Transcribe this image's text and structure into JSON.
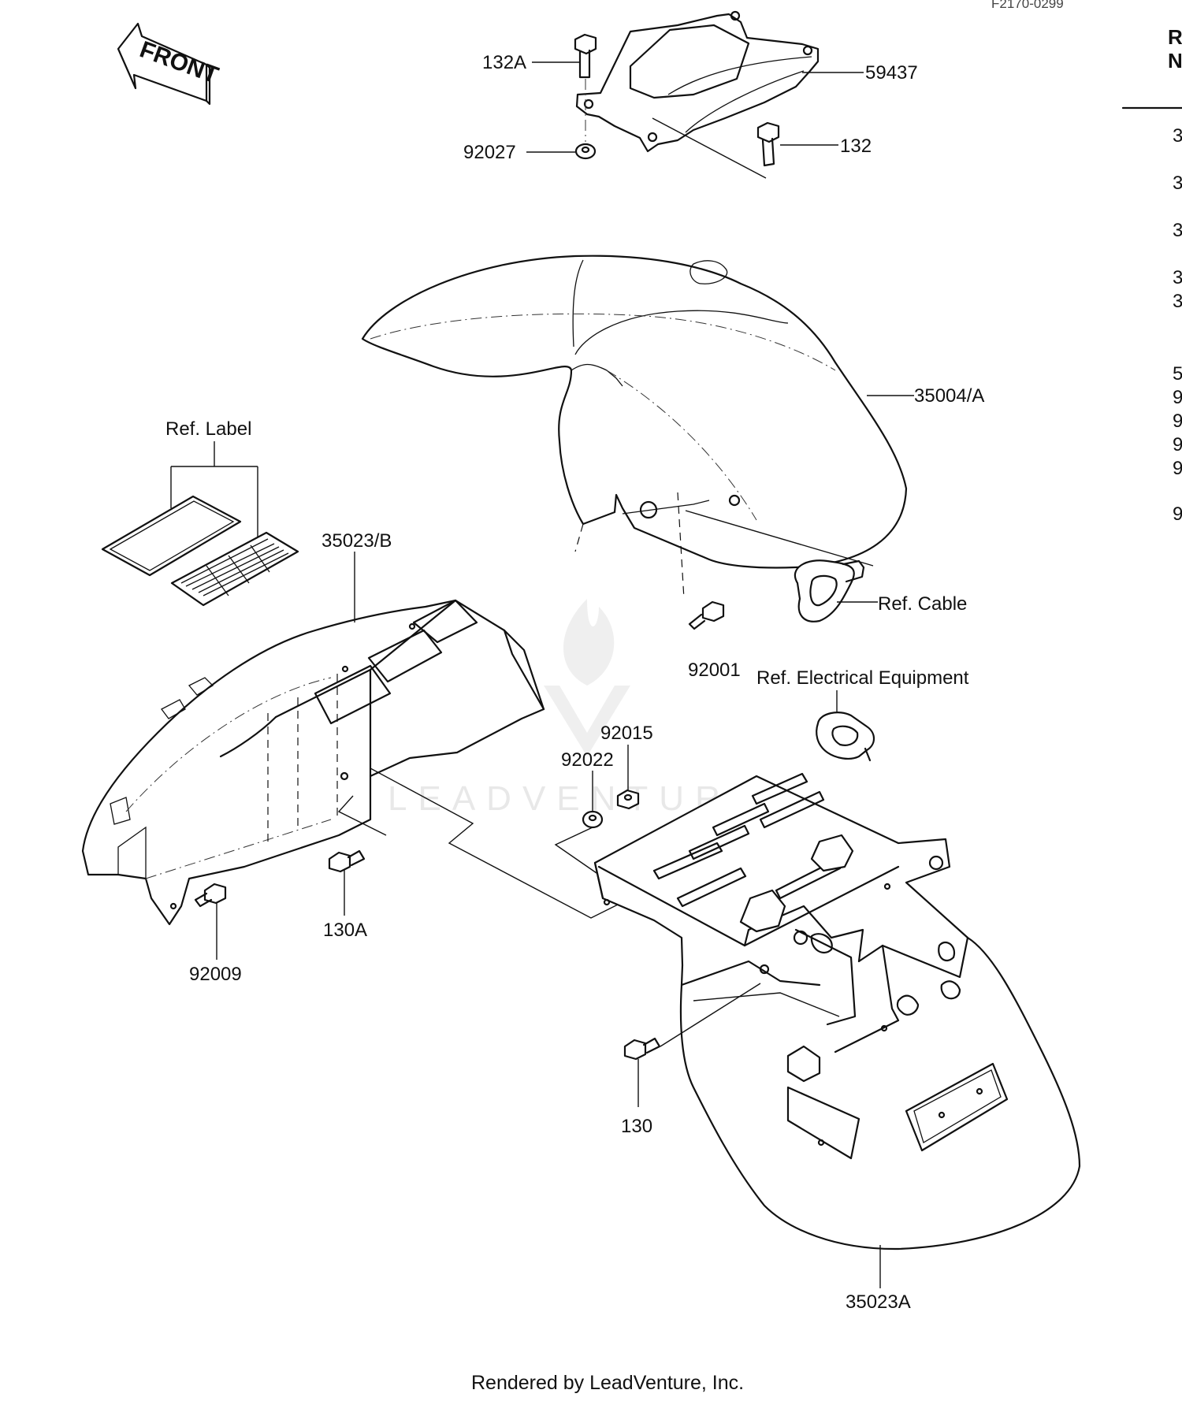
{
  "diagram": {
    "ref_code": "F2170-0299",
    "front_arrow": "FRONT",
    "watermark": "LEADVENTURE",
    "footer": "Rendered by LeadVenture, Inc.",
    "labels": {
      "p132A": "132A",
      "p59437": "59437",
      "p92027": "92027",
      "p132": "132",
      "p35004A": "35004/A",
      "ref_label": "Ref. Label",
      "p35023B": "35023/B",
      "ref_cable": "Ref. Cable",
      "p92001": "92001",
      "ref_electrical": "Ref. Electrical Equipment",
      "p92015": "92015",
      "p92022": "92022",
      "p130A": "130A",
      "p92009": "92009",
      "p130": "130",
      "p35023A": "35023A"
    },
    "side_table": {
      "header": [
        "R",
        "N"
      ],
      "rows": [
        "3",
        "3",
        "3",
        "3",
        "3",
        "5",
        "9",
        "9",
        "9",
        "9",
        "9"
      ]
    }
  }
}
